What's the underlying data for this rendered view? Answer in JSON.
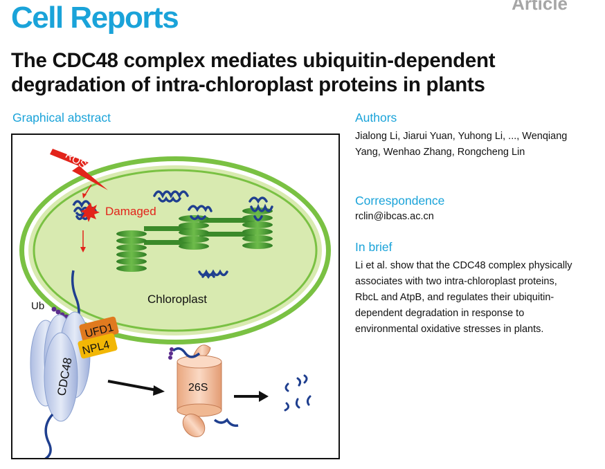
{
  "header": {
    "journal": "Cell Reports",
    "article_type": "Article"
  },
  "title": "The CDC48 complex mediates ubiquitin-dependent degradation of intra-chloroplast proteins in plants",
  "graphical_abstract": {
    "heading": "Graphical abstract",
    "labels": {
      "ros": "ROS",
      "damaged": "Damaged",
      "chloroplast": "Chloroplast",
      "ub": "Ub",
      "ufd1": "UFD1",
      "npl4": "NPL4",
      "cdc48": "CDC48",
      "proteasome": "26S"
    },
    "colors": {
      "chloroplast_outer": "#7ac143",
      "chloroplast_fill": "#d8eab0",
      "thylakoid": "#3b8a2a",
      "protein": "#1f3f8f",
      "ros": "#e2231a",
      "ufd1": "#e07a1f",
      "npl4": "#f2b705",
      "cdc48": "#c8d4ee",
      "proteasome": "#f4c3a3",
      "ubiquitin": "#5b2d8e"
    }
  },
  "authors": {
    "heading": "Authors",
    "text": "Jialong Li, Jiarui Yuan, Yuhong Li, ..., Wenqiang Yang, Wenhao Zhang, Rongcheng Lin"
  },
  "correspondence": {
    "heading": "Correspondence",
    "email": "rclin@ibcas.ac.cn"
  },
  "in_brief": {
    "heading": "In brief",
    "text": "Li et al. show that the CDC48 complex physically associates with two intra-chloroplast proteins, RbcL and AtpB, and regulates their ubiquitin-dependent degradation in response to environmental oxidative stresses in plants."
  }
}
